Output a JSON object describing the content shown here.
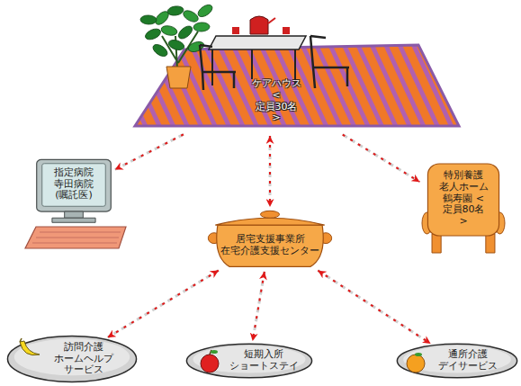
{
  "diagram": {
    "nodes": [
      {
        "text": [
          "ケアハウス <定員30名>"
        ]
      },
      {
        "text": [
          "指定病院 寺田病院 (嘱託医)"
        ]
      },
      {
        "text": [
          "特別養護 老人ホーム 鶴寿園 <定員80名>"
        ]
      },
      {
        "text": [
          "居宅支援事業所 在宅介護支援センター"
        ]
      },
      {
        "text": [
          "訪問介護 ホームヘルプ サービス"
        ]
      },
      {
        "text": [
          "短期入所 ショートステイ"
        ]
      },
      {
        "text": [
          "通所介護 デイサービス"
        ]
      }
    ],
    "edges": [
      {
        "from": 0,
        "to": 1,
        "arrow": "to"
      },
      {
        "from": 0,
        "to": 3,
        "arrow": "both"
      },
      {
        "from": 0,
        "to": 2,
        "arrow": "to"
      },
      {
        "from": 3,
        "to": 4,
        "arrow": "both"
      },
      {
        "from": 3,
        "to": 5,
        "arrow": "both"
      },
      {
        "from": 3,
        "to": 6,
        "arrow": "both"
      }
    ]
  }
}
